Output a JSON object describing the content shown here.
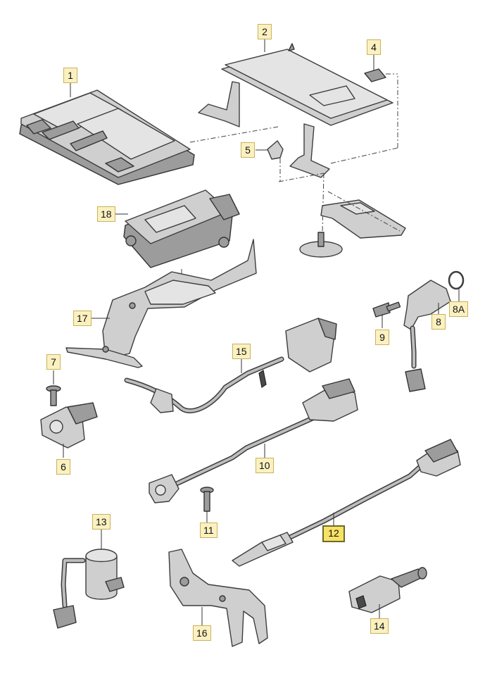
{
  "diagram": {
    "parts": [
      {
        "id": "p1",
        "label": "1",
        "icon": "control-unit-icon"
      },
      {
        "id": "p2",
        "label": "2",
        "icon": "mounting-bracket-icon"
      },
      {
        "id": "p4",
        "label": "4",
        "icon": "rubber-pad-icon"
      },
      {
        "id": "p5",
        "label": "5",
        "icon": "clip-nut-icon"
      },
      {
        "id": "p18",
        "label": "18",
        "icon": "control-module-icon"
      },
      {
        "id": "p17",
        "label": "17",
        "icon": "module-bracket-icon"
      },
      {
        "id": "p15",
        "label": "15",
        "icon": "temperature-sensor-icon"
      },
      {
        "id": "p7",
        "label": "7",
        "icon": "screw-icon"
      },
      {
        "id": "p6",
        "label": "6",
        "icon": "position-sensor-icon"
      },
      {
        "id": "p9",
        "label": "9",
        "icon": "bolt-icon"
      },
      {
        "id": "p8",
        "label": "8",
        "icon": "speed-sensor-icon"
      },
      {
        "id": "p8A",
        "label": "8A",
        "icon": "o-ring-icon"
      },
      {
        "id": "p10",
        "label": "10",
        "icon": "knock-sensor-icon"
      },
      {
        "id": "p11",
        "label": "11",
        "icon": "bolt-icon"
      },
      {
        "id": "p12",
        "label": "12",
        "icon": "oxygen-sensor-icon",
        "selected": true
      },
      {
        "id": "p13",
        "label": "13",
        "icon": "pressure-sensor-icon"
      },
      {
        "id": "p16",
        "label": "16",
        "icon": "sensor-bracket-icon"
      },
      {
        "id": "p14",
        "label": "14",
        "icon": "brake-switch-icon"
      }
    ]
  },
  "colors": {
    "label_bg": "#fbf1c0",
    "label_border": "#c9b25e",
    "selected_label_bg": "#f7e266",
    "part_fill": "#cfcfcf",
    "line": "#3d3d3d"
  }
}
